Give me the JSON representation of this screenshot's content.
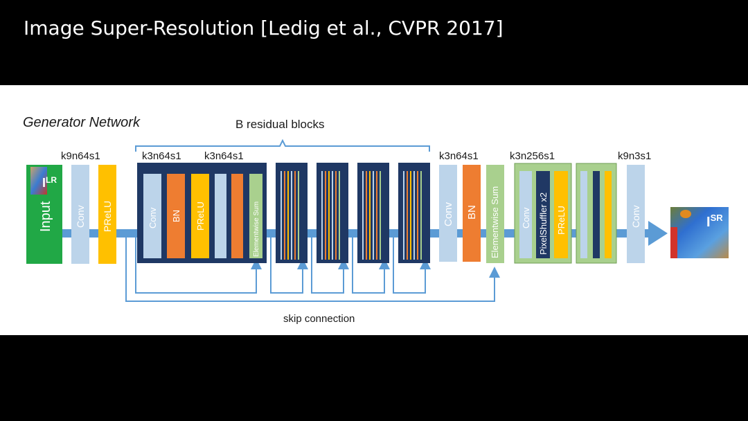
{
  "slide": {
    "title": "Image Super-Resolution [Ledig et al., CVPR 2017]"
  },
  "diagram": {
    "heading": "Generator Network",
    "residual_label": "B residual blocks",
    "skip_label": "skip connection",
    "input_label": "Input",
    "input_img_label": "I",
    "input_img_sup": "LR",
    "output_img_label": "I",
    "output_img_sup": "SR",
    "kernels": [
      "k9n64s1",
      "k3n64s1",
      "k3n64s1",
      "k3n64s1",
      "k3n256s1",
      "k9n3s1"
    ],
    "layers": {
      "conv": "Conv",
      "prelu": "PReLU",
      "bn": "BN",
      "elementwise_sum": "Elementwise Sum",
      "pixel_shuffler": "PixelShuffler x2"
    },
    "colors": {
      "conv": "#bcd4ea",
      "bn": "#ee7d31",
      "prelu": "#ffc000",
      "sum": "#a9d08e",
      "block_bg": "#1f3864",
      "input": "#21a846",
      "arrow": "#5b9bd5",
      "upsample_bg": "#a9d08e"
    }
  }
}
